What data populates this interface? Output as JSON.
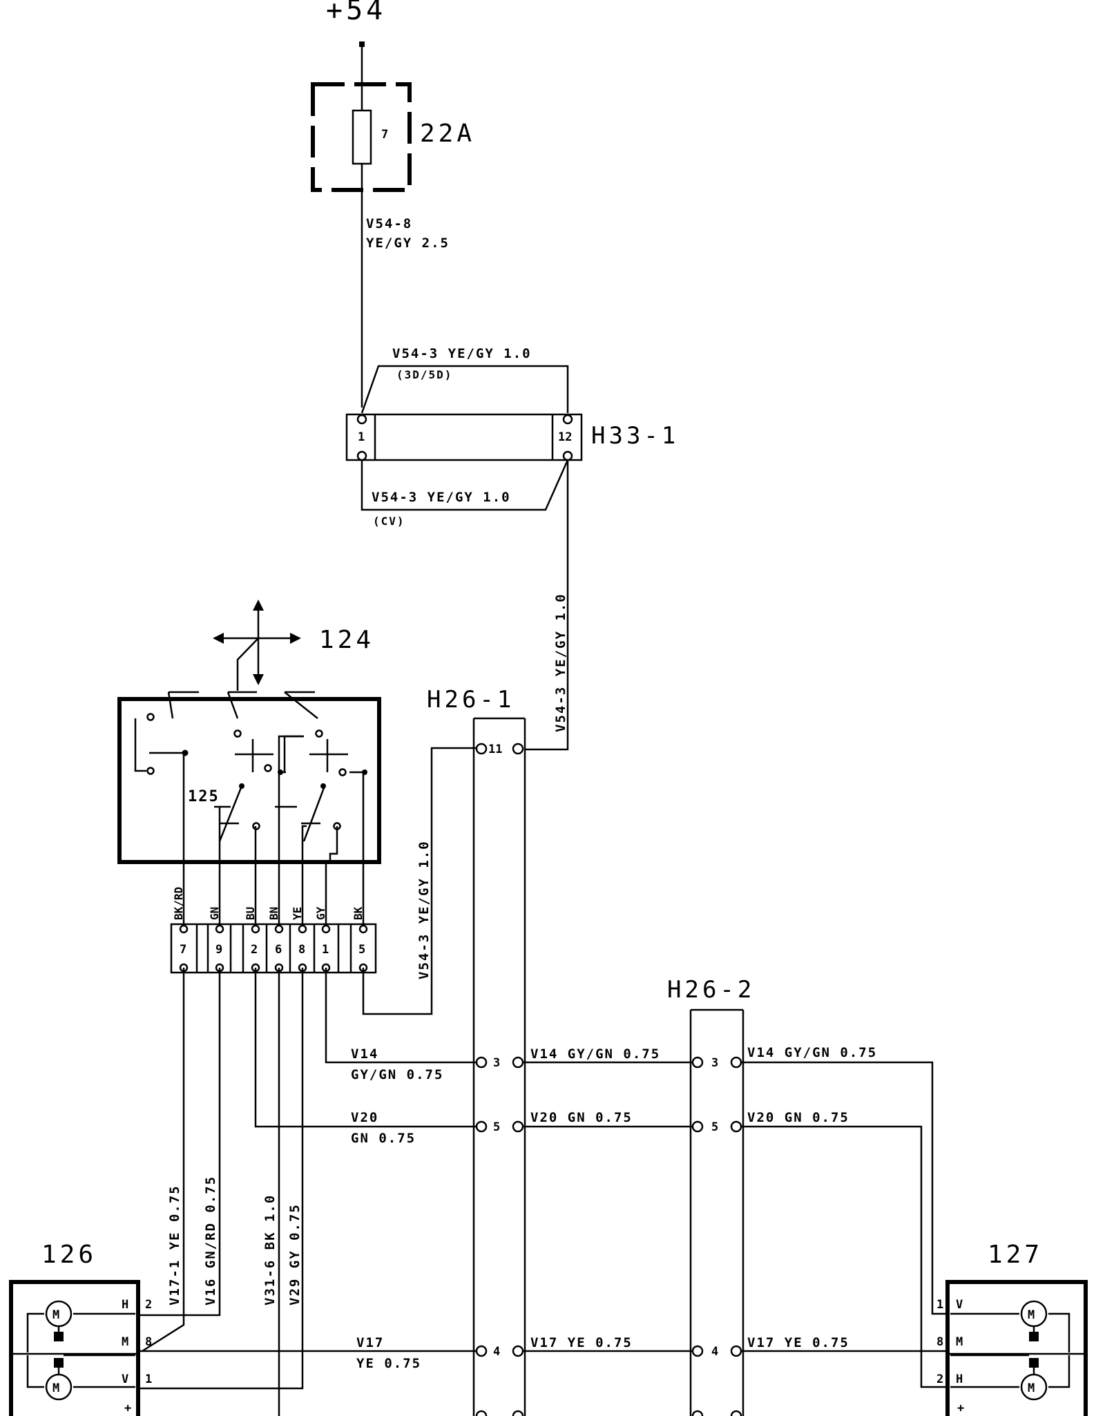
{
  "supply": {
    "label": "+54"
  },
  "fuse": {
    "number": "7",
    "rating": "22A"
  },
  "wire_v54_8": {
    "id": "V54-8",
    "spec": "YE/GY 2.5"
  },
  "h33": {
    "label": "H33-1",
    "pin_left": "1",
    "pin_right": "12",
    "wire_top": "V54-3 YE/GY 1.0",
    "variant_top": "(3D/5D)",
    "wire_bottom": "V54-3 YE/GY 1.0",
    "variant_bottom": "(CV)"
  },
  "wire_v54_3_vertical": "V54-3 YE/GY 1.0",
  "wire_v54_3_switch": "V54-3 YE/GY 1.0",
  "switch": {
    "label": "124",
    "inner_label": "125"
  },
  "switch_connector": {
    "pins": [
      "7",
      "9",
      "2",
      "6",
      "8",
      "1",
      "5"
    ],
    "colors": [
      "BK/RD",
      "GN",
      "BU",
      "BN",
      "YE",
      "GY",
      "BK"
    ]
  },
  "h26_1": {
    "label": "H26-1",
    "pins": [
      "11",
      "3",
      "5",
      "4"
    ]
  },
  "h26_2": {
    "label": "H26-2",
    "pins": [
      "3",
      "5",
      "4"
    ]
  },
  "wires_left": {
    "v14_id": "V14",
    "v14_spec": "GY/GN 0.75",
    "v20_id": "V20",
    "v20_spec": "GN 0.75",
    "v17_id": "V17",
    "v17_spec": "YE 0.75"
  },
  "wires_mid": {
    "v14": "V14 GY/GN 0.75",
    "v20": "V20 GN 0.75",
    "v17": "V17 YE 0.75"
  },
  "wires_right": {
    "v14": "V14 GY/GN 0.75",
    "v20": "V20 GN 0.75",
    "v17": "V17 YE 0.75"
  },
  "vertical_wires": {
    "v17_1": "V17-1 YE 0.75",
    "v16": "V16 GN/RD 0.75",
    "v31_6": "V31-6 BK 1.0",
    "v29": "V29 GY 0.75"
  },
  "motor_left": {
    "label": "126",
    "terms": [
      "H",
      "M",
      "V",
      "+"
    ],
    "pins": [
      "2",
      "8",
      "1"
    ],
    "motor_symbol": "M"
  },
  "motor_right": {
    "label": "127",
    "terms": [
      "V",
      "M",
      "H",
      "+"
    ],
    "pins": [
      "1",
      "8",
      "2"
    ],
    "motor_symbol": "M"
  }
}
